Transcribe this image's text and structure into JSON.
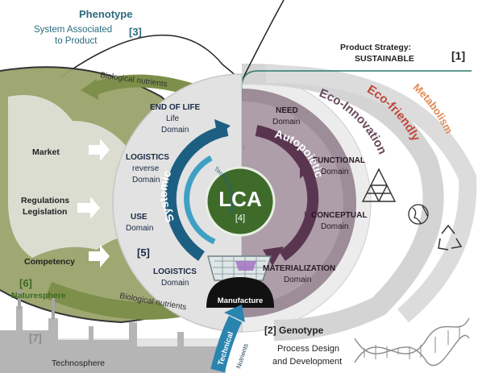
{
  "phenotype": {
    "title": "Phenotype",
    "subtitle": "System Associated",
    "subtitle2": "to Product",
    "ref": "[3]"
  },
  "strategy": {
    "line1": "Product Strategy:",
    "line2": "SUSTAINABLE",
    "ref": "[1]"
  },
  "nutrients": {
    "bio_top": "Biological nutrients",
    "bio_bottom": "Biological nutrients",
    "technical_inner": "Technical nutrients",
    "technical_outer": "Technical",
    "technical_outer2": "Nutrients"
  },
  "left_items": {
    "market": "Market",
    "regulations": "Regulations",
    "legislation": "Legislation",
    "competency": "Competency"
  },
  "naturesphere": {
    "ref": "[6]",
    "label": "Naturesphere"
  },
  "technosphere": {
    "ref": "[7]",
    "label": "Technosphere"
  },
  "systemic": {
    "label": "Systemic",
    "ref": "[5]",
    "domains": [
      {
        "l1": "END OF LIFE",
        "l2": "Life",
        "l3": "Domain"
      },
      {
        "l1": "LOGISTICS",
        "l2": "reverse",
        "l3": "Domain"
      },
      {
        "l1": "USE",
        "l2": "Domain",
        "l3": ""
      },
      {
        "l1": "LOGISTICS",
        "l2": "Domain",
        "l3": ""
      }
    ]
  },
  "autopoietic": {
    "label": "Autopoietic",
    "domains": [
      {
        "l1": "NEED",
        "l2": "Domain"
      },
      {
        "l1": "FUNCTIONAL",
        "l2": "Domain"
      },
      {
        "l1": "CONCEPTUAL",
        "l2": "Domain"
      },
      {
        "l1": "MATERIALIZATION",
        "l2": "Domain"
      }
    ]
  },
  "lca": {
    "label": "LCA",
    "ref": "[4]"
  },
  "manufacture": "Manufacture",
  "arcs": {
    "eco_innovation": "Eco-Innovation",
    "eco_friendly": "Eco-friendly",
    "metabolism": "Metabolism"
  },
  "genotype": {
    "ref": "[2] Genotype",
    "line1": "Process Design",
    "line2": "and Development"
  },
  "colors": {
    "systemic": "#1d5f82",
    "autopoietic": "#5a3550",
    "lca": "#3e6b2a",
    "nature_green": "#7d8f4a",
    "eco_innovation": "#6b4a5c",
    "eco_friendly": "#c0463a",
    "metabolism": "#e08a52",
    "teal": "#2a8a86"
  }
}
